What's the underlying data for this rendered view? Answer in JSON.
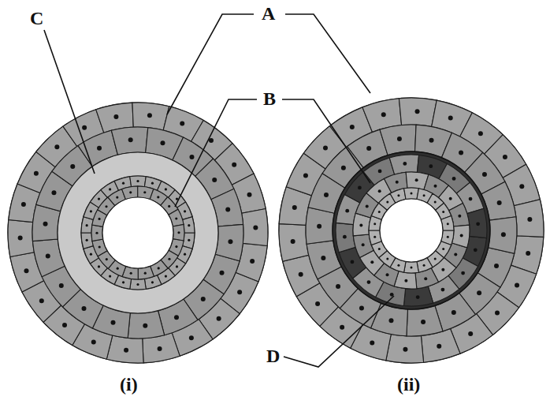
{
  "diagram": {
    "labels": [
      "C",
      "A",
      "B",
      "D",
      "(i)",
      "(ii)"
    ]
  }
}
